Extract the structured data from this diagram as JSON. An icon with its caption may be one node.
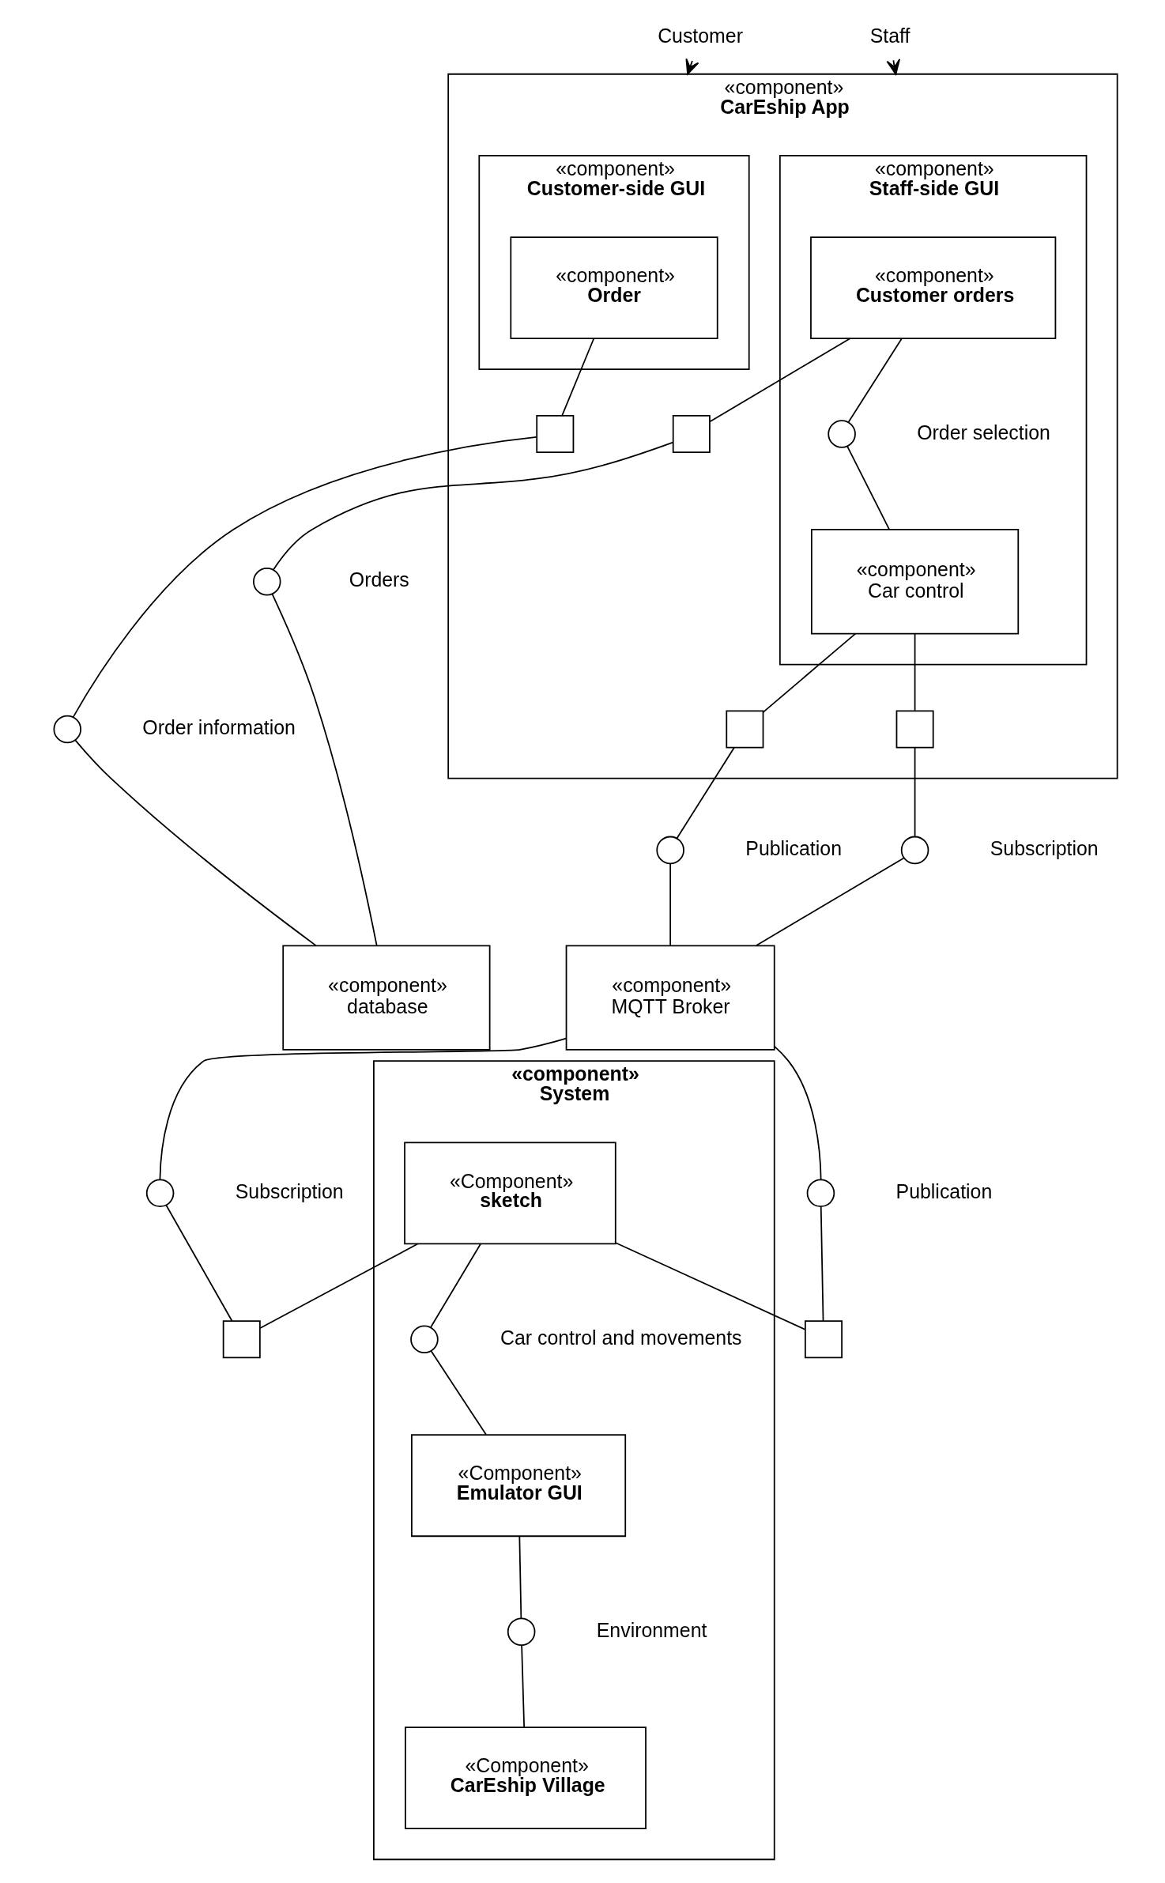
{
  "diagram": {
    "nodes": [
      {
        "text": [
          "«component»",
          "CarEship App"
        ]
      },
      {
        "text": [
          "Customer"
        ]
      },
      {
        "text": [
          "Staff"
        ]
      },
      {
        "text": [
          "«component»",
          "Customer-side GUI"
        ],
        "in": 0
      },
      {
        "text": [
          "«component»",
          "Order"
        ],
        "in": 3
      },
      {
        "text": [],
        "shape": "box",
        "in": 0
      },
      {
        "text": [
          "«component»",
          "Staff-side GUI"
        ],
        "in": 0
      },
      {
        "text": [
          "«component»",
          "Customer orders"
        ],
        "in": 6
      },
      {
        "text": [],
        "shape": "circle",
        "beside": [
          "Order selection"
        ],
        "in": 6
      },
      {
        "text": [
          "«component»",
          "Car control"
        ],
        "in": 6
      },
      {
        "text": [],
        "shape": "box",
        "in": 0
      },
      {
        "text": [],
        "shape": "box",
        "in": 0
      },
      {
        "text": [],
        "shape": "box",
        "in": 0
      },
      {
        "text": [],
        "shape": "circle",
        "beside": [
          "Order information"
        ]
      },
      {
        "text": [],
        "shape": "circle",
        "beside": [
          "Orders"
        ]
      },
      {
        "text": [],
        "shape": "circle",
        "beside": [
          "Publication"
        ]
      },
      {
        "text": [],
        "shape": "circle",
        "beside": [
          "Subscription"
        ]
      },
      {
        "text": [
          "«component»",
          "database"
        ]
      },
      {
        "text": [
          "«component»",
          "MQTT Broker"
        ]
      },
      {
        "text": [],
        "shape": "circle",
        "beside": [
          "Subscription"
        ]
      },
      {
        "text": [],
        "shape": "circle",
        "beside": [
          "Publication"
        ]
      },
      {
        "text": [
          "«component»",
          "System"
        ]
      },
      {
        "text": [
          "«Component»",
          "sketch"
        ],
        "in": 21
      },
      {
        "text": [],
        "shape": "box"
      },
      {
        "text": [],
        "shape": "box"
      },
      {
        "text": [],
        "shape": "circle",
        "beside": [
          "Car control and movements"
        ],
        "in": 21
      },
      {
        "text": [
          "«Component»",
          "Emulator GUI"
        ],
        "in": 21
      },
      {
        "text": [],
        "shape": "circle",
        "beside": [
          "Environment"
        ],
        "in": 21
      },
      {
        "text": [
          "«Component»",
          "CarEship Village"
        ],
        "in": 21
      }
    ],
    "edges": [
      {
        "from": 1,
        "to": 0,
        "arrow": "to",
        "style": "dashed"
      },
      {
        "from": 2,
        "to": 0,
        "arrow": "to",
        "style": "dashed"
      },
      {
        "from": 4,
        "to": 5,
        "arrow": "none"
      },
      {
        "from": 7,
        "to": 11,
        "arrow": "none"
      },
      {
        "from": 7,
        "to": 8,
        "arrow": "none"
      },
      {
        "from": 8,
        "to": 9,
        "arrow": "none"
      },
      {
        "from": 9,
        "to": 12,
        "arrow": "none"
      },
      {
        "from": 9,
        "to": 10,
        "arrow": "none"
      },
      {
        "from": 5,
        "to": 13,
        "arrow": "none"
      },
      {
        "from": 13,
        "to": 17,
        "arrow": "none"
      },
      {
        "from": 11,
        "to": 14,
        "arrow": "none"
      },
      {
        "from": 14,
        "to": 17,
        "arrow": "none"
      },
      {
        "from": 12,
        "to": 15,
        "arrow": "none"
      },
      {
        "from": 15,
        "to": 18,
        "arrow": "none"
      },
      {
        "from": 10,
        "to": 16,
        "arrow": "none"
      },
      {
        "from": 16,
        "to": 18,
        "arrow": "none"
      },
      {
        "from": 18,
        "to": 19,
        "arrow": "none"
      },
      {
        "from": 19,
        "to": 23,
        "arrow": "none"
      },
      {
        "from": 18,
        "to": 20,
        "arrow": "none"
      },
      {
        "from": 20,
        "to": 24,
        "arrow": "none"
      },
      {
        "from": 22,
        "to": 23,
        "arrow": "none"
      },
      {
        "from": 22,
        "to": 24,
        "arrow": "none"
      },
      {
        "from": 22,
        "to": 25,
        "arrow": "none"
      },
      {
        "from": 25,
        "to": 26,
        "arrow": "none"
      },
      {
        "from": 26,
        "to": 27,
        "arrow": "none"
      },
      {
        "from": 27,
        "to": 28,
        "arrow": "none"
      }
    ]
  }
}
